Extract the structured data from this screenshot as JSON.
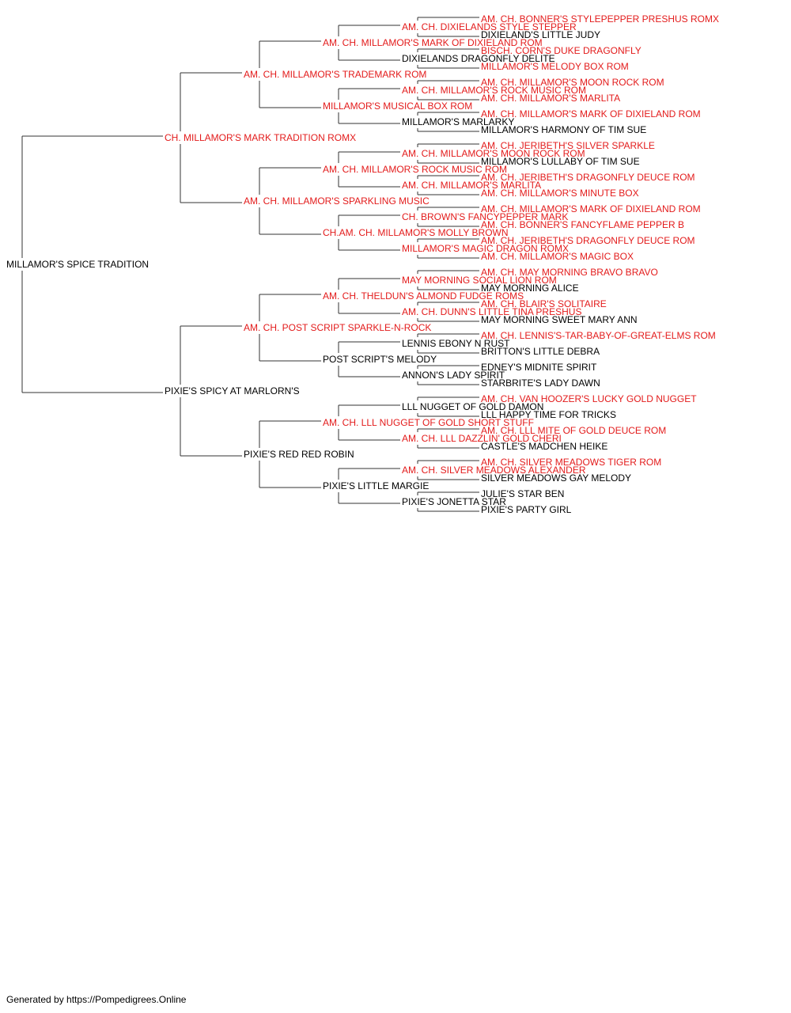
{
  "colors": {
    "champion": "#e31b1b",
    "normal": "#000000",
    "line": "#333333"
  },
  "pedigree": {
    "name": "MILLAMOR'S SPICE TRADITION",
    "champion": false,
    "sire": {
      "name": "CH. MILLAMOR'S MARK TRADITION ROMX",
      "champion": true,
      "sire": {
        "name": "AM. CH. MILLAMOR'S TRADEMARK ROM",
        "champion": true,
        "sire": {
          "name": "AM. CH. MILLAMOR'S MARK OF DIXIELAND ROM",
          "champion": true,
          "sire": {
            "name": "AM. CH. DIXIELANDS STYLE STEPPER",
            "champion": true,
            "sire": {
              "name": "AM. CH. BONNER'S STYLEPEPPER PRESHUS ROMX",
              "champion": true
            },
            "dam": {
              "name": "DIXIELAND'S LITTLE JUDY",
              "champion": false
            }
          },
          "dam": {
            "name": "DIXIELANDS DRAGONFLY DELITE",
            "champion": false,
            "sire": {
              "name": "BISCH. CORN'S DUKE DRAGONFLY",
              "champion": true
            },
            "dam": {
              "name": "MILLAMOR'S MELODY BOX ROM",
              "champion": true
            }
          }
        },
        "dam": {
          "name": "MILLAMOR'S MUSICAL BOX ROM",
          "champion": true,
          "sire": {
            "name": "AM. CH. MILLAMOR'S ROCK MUSIC ROM",
            "champion": true,
            "sire": {
              "name": "AM. CH. MILLAMOR'S MOON ROCK ROM",
              "champion": true
            },
            "dam": {
              "name": "AM. CH. MILLAMOR'S MARLITA",
              "champion": true
            }
          },
          "dam": {
            "name": "MILLAMOR'S MARLARKY",
            "champion": false,
            "sire": {
              "name": "AM. CH. MILLAMOR'S MARK OF DIXIELAND ROM",
              "champion": true
            },
            "dam": {
              "name": "MILLAMOR'S HARMONY OF TIM SUE",
              "champion": false
            }
          }
        }
      },
      "dam": {
        "name": "AM. CH. MILLAMOR'S SPARKLING MUSIC",
        "champion": true,
        "sire": {
          "name": "AM. CH. MILLAMOR'S ROCK MUSIC ROM",
          "champion": true,
          "sire": {
            "name": "AM. CH. MILLAMOR'S MOON ROCK ROM",
            "champion": true,
            "sire": {
              "name": "AM. CH. JERIBETH'S SILVER SPARKLE",
              "champion": true
            },
            "dam": {
              "name": "MILLAMOR'S LULLABY OF TIM SUE",
              "champion": false
            }
          },
          "dam": {
            "name": "AM. CH. MILLAMOR'S MARLITA",
            "champion": true,
            "sire": {
              "name": "AM. CH. JERIBETH'S DRAGONFLY DEUCE ROM",
              "champion": true
            },
            "dam": {
              "name": "AM. CH. MILLAMOR'S MINUTE BOX",
              "champion": true
            }
          }
        },
        "dam": {
          "name": "CH.AM. CH. MILLAMOR'S MOLLY BROWN",
          "champion": true,
          "sire": {
            "name": "CH. BROWN'S FANCYPEPPER MARK",
            "champion": true,
            "sire": {
              "name": "AM. CH. MILLAMOR'S MARK OF DIXIELAND ROM",
              "champion": true
            },
            "dam": {
              "name": "AM. CH. BONNER'S FANCYFLAME PEPPER B",
              "champion": true
            }
          },
          "dam": {
            "name": "MILLAMOR'S MAGIC DRAGON ROMX",
            "champion": true,
            "sire": {
              "name": "AM. CH. JERIBETH'S DRAGONFLY DEUCE ROM",
              "champion": true
            },
            "dam": {
              "name": "AM. CH. MILLAMOR'S MAGIC BOX",
              "champion": true
            }
          }
        }
      }
    },
    "dam": {
      "name": "PIXIE'S SPICY AT MARLORN'S",
      "champion": false,
      "sire": {
        "name": "AM. CH. POST SCRIPT SPARKLE-N-ROCK",
        "champion": true,
        "sire": {
          "name": "AM. CH. THELDUN'S ALMOND FUDGE ROMS",
          "champion": true,
          "sire": {
            "name": "MAY MORNING SOCIAL LION ROM",
            "champion": true,
            "sire": {
              "name": "AM. CH. MAY MORNING BRAVO BRAVO",
              "champion": true
            },
            "dam": {
              "name": "MAY MORNING ALICE",
              "champion": false
            }
          },
          "dam": {
            "name": "AM. CH. DUNN'S LITTLE TINA PRESHUS",
            "champion": true,
            "sire": {
              "name": "AM. CH. BLAIR'S SOLITAIRE",
              "champion": true
            },
            "dam": {
              "name": "MAY MORNING SWEET MARY ANN",
              "champion": false
            }
          }
        },
        "dam": {
          "name": "POST SCRIPT'S MELODY",
          "champion": false,
          "sire": {
            "name": "LENNIS EBONY N RUST",
            "champion": false,
            "sire": {
              "name": "AM. CH. LENNIS'S-TAR-BABY-OF-GREAT-ELMS ROM",
              "champion": true
            },
            "dam": {
              "name": "BRITTON'S LITTLE DEBRA",
              "champion": false
            }
          },
          "dam": {
            "name": "ANNON'S LADY SPIRIT",
            "champion": false,
            "sire": {
              "name": "EDNEY'S MIDNITE SPIRIT",
              "champion": false
            },
            "dam": {
              "name": "STARBRITE'S LADY DAWN",
              "champion": false
            }
          }
        }
      },
      "dam": {
        "name": "PIXIE'S RED RED ROBIN",
        "champion": false,
        "sire": {
          "name": "AM. CH. LLL NUGGET OF GOLD SHORT STUFF",
          "champion": true,
          "sire": {
            "name": "LLL NUGGET OF GOLD DAMON",
            "champion": false,
            "sire": {
              "name": "AM. CH. VAN HOOZER'S LUCKY GOLD NUGGET",
              "champion": true
            },
            "dam": {
              "name": "LLL HAPPY TIME FOR TRICKS",
              "champion": false
            }
          },
          "dam": {
            "name": "AM. CH. LLL DAZZLIN' GOLD CHERI",
            "champion": true,
            "sire": {
              "name": "AM. CH. LLL MITE OF GOLD DEUCE ROM",
              "champion": true
            },
            "dam": {
              "name": "CASTLE'S MADCHEN HEIKE",
              "champion": false
            }
          }
        },
        "dam": {
          "name": "PIXIE'S LITTLE MARGIE",
          "champion": false,
          "sire": {
            "name": "AM. CH. SILVER MEADOWS ALEXANDER",
            "champion": true,
            "sire": {
              "name": "AM. CH. SILVER MEADOWS TIGER ROM",
              "champion": true
            },
            "dam": {
              "name": "SILVER MEADOWS GAY MELODY",
              "champion": false
            }
          },
          "dam": {
            "name": "PIXIE'S JONETTA STAR",
            "champion": false,
            "sire": {
              "name": "JULIE'S STAR BEN",
              "champion": false
            },
            "dam": {
              "name": "PIXIE'S PARTY GIRL",
              "champion": false
            }
          }
        }
      }
    }
  },
  "footer": {
    "text": "Generated by https://Pompedigrees.Online"
  }
}
